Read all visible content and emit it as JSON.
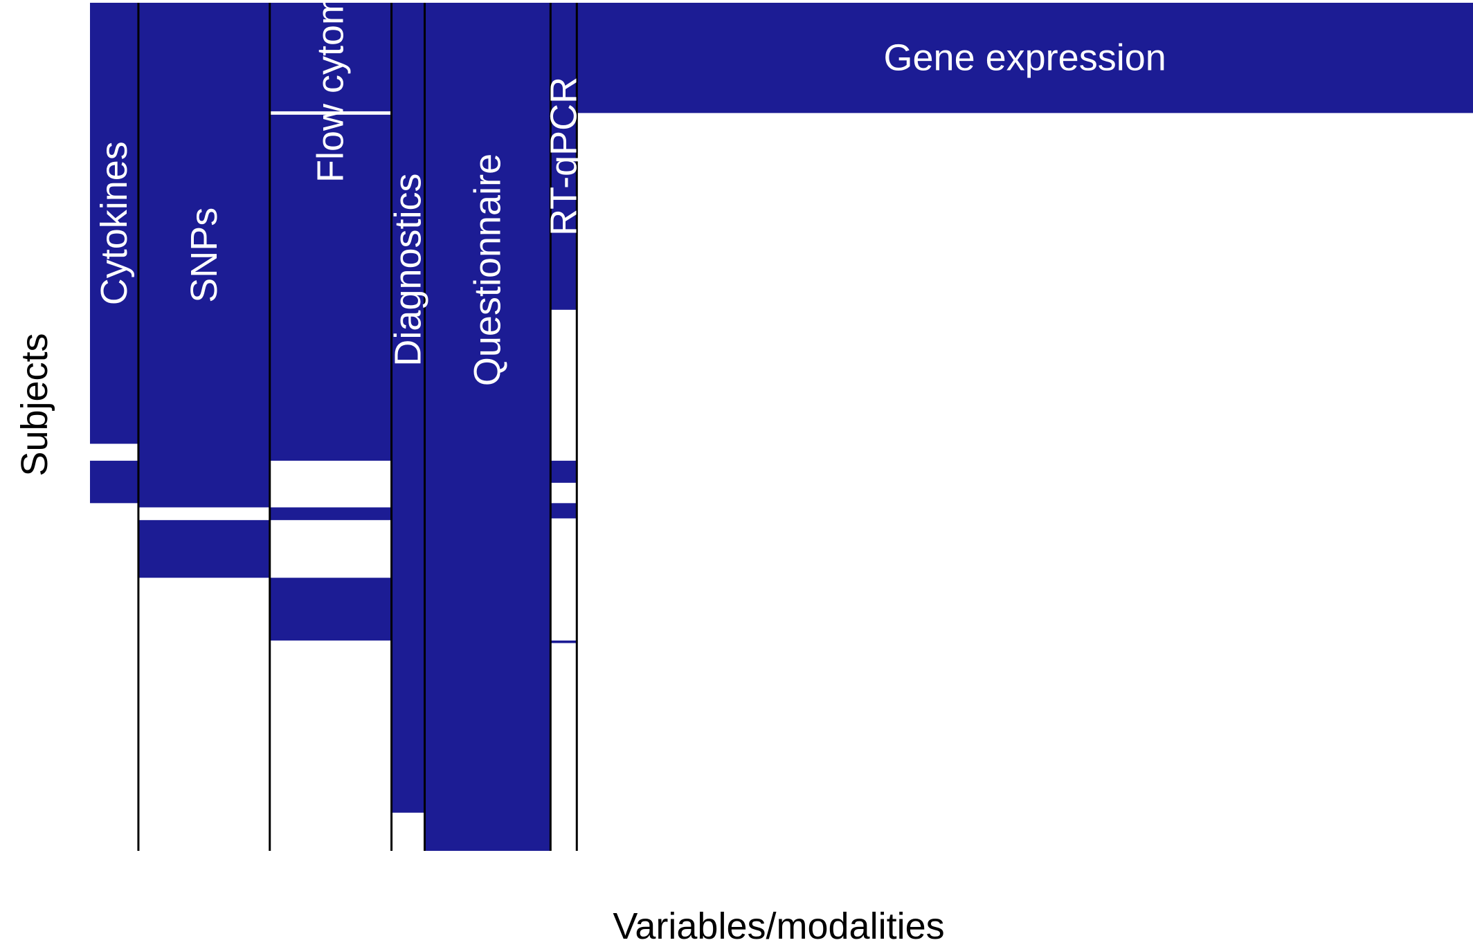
{
  "chart_data": {
    "type": "heatmap",
    "title": "",
    "xlabel": "Variables/modalities",
    "ylabel": "Subjects",
    "color_present": "#1c1c94",
    "color_missing": "#ffffff",
    "color_divider": "#000000",
    "n_subjects": 1000,
    "n_variables": 1000,
    "blocks": [
      {
        "name": "Cytokines",
        "x_range": [
          0,
          35
        ],
        "present_rows": [
          [
            0,
            520
          ],
          [
            540,
            590
          ]
        ]
      },
      {
        "name": "SNPs",
        "x_range": [
          35,
          130
        ],
        "present_rows": [
          [
            0,
            595
          ],
          [
            610,
            678
          ]
        ]
      },
      {
        "name": "Flow cytometry",
        "x_range": [
          130,
          218
        ],
        "present_rows": [
          [
            0,
            128
          ],
          [
            132,
            540
          ],
          [
            595,
            610
          ],
          [
            678,
            752
          ]
        ]
      },
      {
        "name": "Diagnostics",
        "x_range": [
          218,
          242
        ],
        "present_rows": [
          [
            0,
            955
          ]
        ]
      },
      {
        "name": "Questionnaire",
        "x_range": [
          242,
          333
        ],
        "present_rows": [
          [
            0,
            1000
          ]
        ]
      },
      {
        "name": "RT-qPCR",
        "x_range": [
          333,
          352
        ],
        "present_rows": [
          [
            0,
            362
          ],
          [
            540,
            566
          ],
          [
            590,
            608
          ],
          [
            752,
            755
          ]
        ]
      },
      {
        "name": "Gene expression",
        "x_range": [
          352,
          1000
        ],
        "present_rows": [
          [
            0,
            130
          ]
        ]
      }
    ]
  }
}
